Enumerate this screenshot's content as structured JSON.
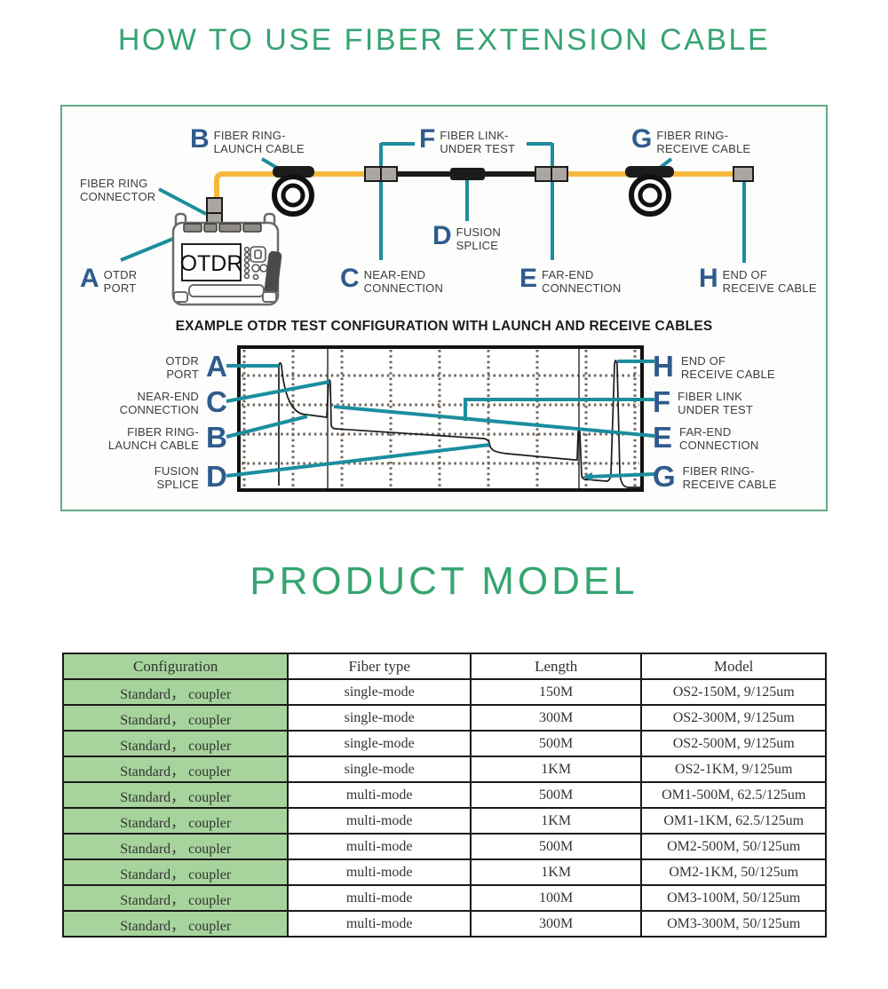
{
  "title": "HOW TO USE FIBER EXTENSION CABLE",
  "section_title": "PRODUCT MODEL",
  "diagram": {
    "caption": "EXAMPLE OTDR TEST CONFIGURATION WITH LAUNCH AND RECEIVE CABLES",
    "device": "OTDR",
    "connector_label": {
      "line1": "FIBER RING",
      "line2": "CONNECTOR"
    },
    "callouts": {
      "A": {
        "letter": "A",
        "line1": "OTDR",
        "line2": "PORT"
      },
      "B": {
        "letter": "B",
        "line1": "FIBER RING-",
        "line2": "LAUNCH CABLE"
      },
      "C": {
        "letter": "C",
        "line1": "NEAR-END",
        "line2": "CONNECTION"
      },
      "D": {
        "letter": "D",
        "line1": "FUSION",
        "line2": "SPLICE"
      },
      "E": {
        "letter": "E",
        "line1": "FAR-END",
        "line2": "CONNECTION"
      },
      "F": {
        "letter": "F",
        "line1": "FIBER LINK-",
        "line2": "UNDER TEST"
      },
      "G": {
        "letter": "G",
        "line1": "FIBER RING-",
        "line2": "RECEIVE CABLE"
      },
      "H": {
        "letter": "H",
        "line1": "END OF",
        "line2": "RECEIVE CABLE"
      }
    },
    "trace_labels": {
      "left": [
        {
          "letter": "A",
          "line1": "OTDR",
          "line2": "PORT"
        },
        {
          "letter": "C",
          "line1": "NEAR-END",
          "line2": "CONNECTION"
        },
        {
          "letter": "B",
          "line1": "FIBER RING-",
          "line2": "LAUNCH CABLE"
        },
        {
          "letter": "D",
          "line1": "FUSION",
          "line2": "SPLICE"
        }
      ],
      "right": [
        {
          "letter": "H",
          "line1": "END OF",
          "line2": "RECEIVE CABLE"
        },
        {
          "letter": "F",
          "line1": "FIBER LINK",
          "line2": "UNDER TEST"
        },
        {
          "letter": "E",
          "line1": "FAR-END",
          "line2": "CONNECTION"
        },
        {
          "letter": "G",
          "line1": "FIBER RING-",
          "line2": "RECEIVE CABLE"
        }
      ]
    }
  },
  "table": {
    "headers": [
      "Configuration",
      "Fiber type",
      "Length",
      "Model"
    ],
    "rows": [
      [
        "Standard， coupler",
        "single-mode",
        "150M",
        "OS2-150M, 9/125um"
      ],
      [
        "Standard， coupler",
        "single-mode",
        "300M",
        "OS2-300M, 9/125um"
      ],
      [
        "Standard， coupler",
        "single-mode",
        "500M",
        "OS2-500M, 9/125um"
      ],
      [
        "Standard， coupler",
        "single-mode",
        "1KM",
        "OS2-1KM, 9/125um"
      ],
      [
        "Standard， coupler",
        "multi-mode",
        "500M",
        "OM1-500M, 62.5/125um"
      ],
      [
        "Standard， coupler",
        "multi-mode",
        "1KM",
        "OM1-1KM, 62.5/125um"
      ],
      [
        "Standard， coupler",
        "multi-mode",
        "500M",
        "OM2-500M, 50/125um"
      ],
      [
        "Standard， coupler",
        "multi-mode",
        "1KM",
        "OM2-1KM, 50/125um"
      ],
      [
        "Standard， coupler",
        "multi-mode",
        "100M",
        "OM3-100M, 50/125um"
      ],
      [
        "Standard， coupler",
        "multi-mode",
        "300M",
        "OM3-300M, 50/125um"
      ]
    ]
  },
  "colors": {
    "accent_green": "#36a472",
    "box_border_green": "#63a987",
    "table_green": "#a6d49c",
    "teal": "#1b8e9e",
    "navy": "#2f5b8d",
    "cable_yellow": "#f7b83e",
    "connector_gray": "#aaa6a2"
  }
}
